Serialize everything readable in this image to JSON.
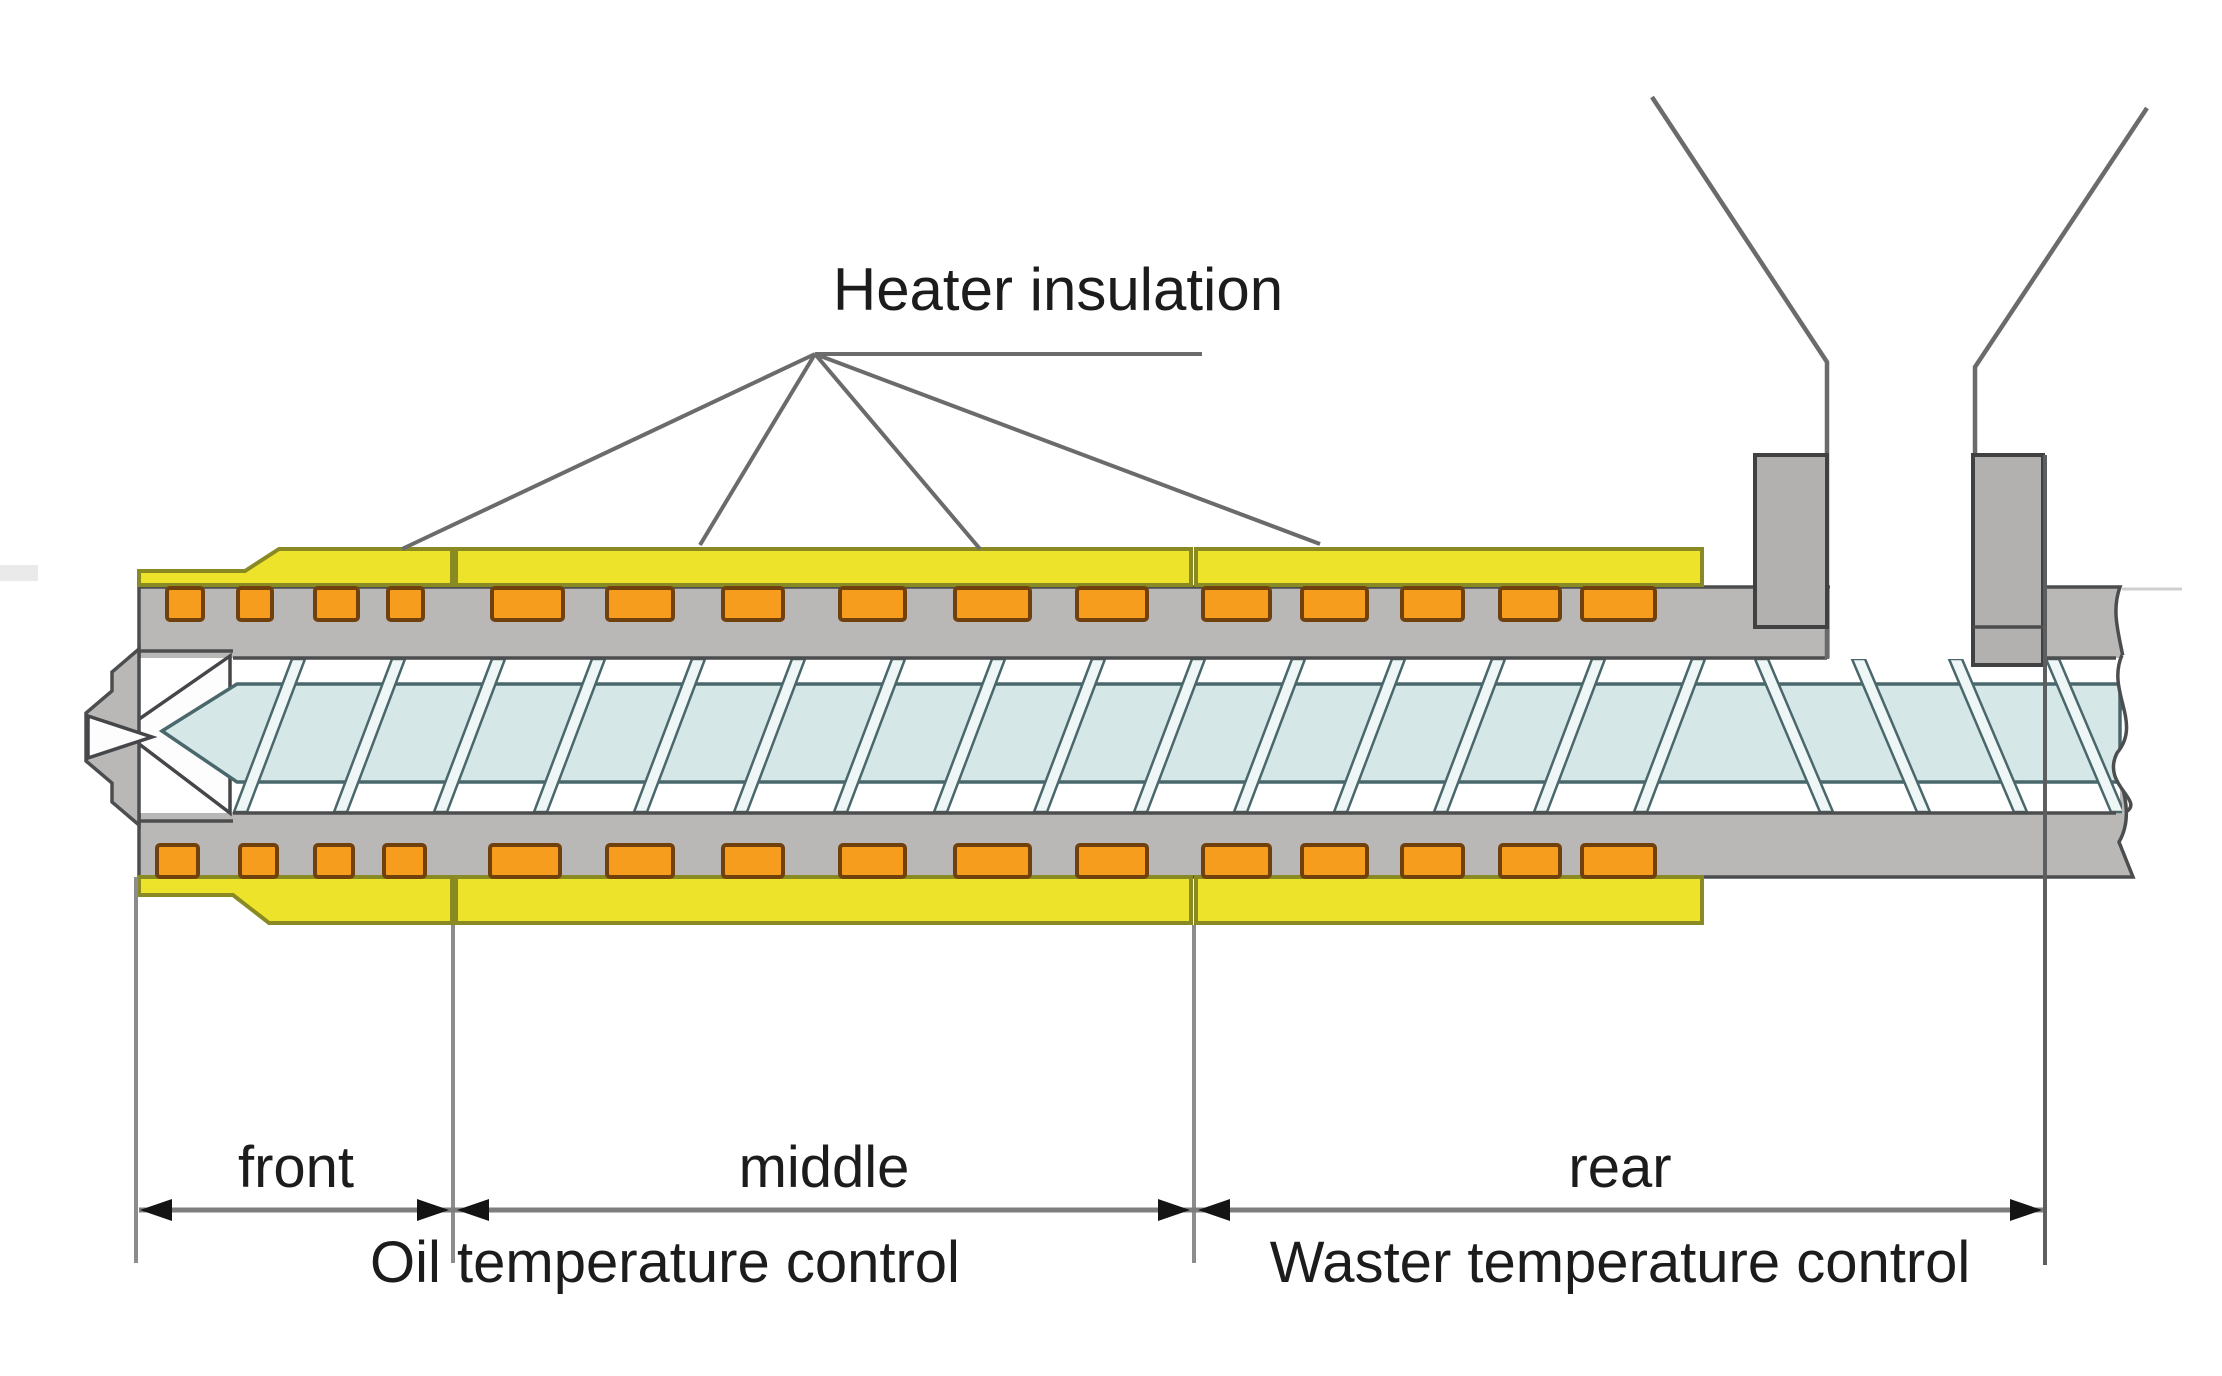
{
  "labels": {
    "heater_insulation": "Heater insulation",
    "zone_front": "front",
    "zone_middle": "middle",
    "zone_rear": "rear",
    "oil_control": "Oil temperature control",
    "water_control": "Waster temperature control"
  },
  "colors": {
    "band_yellow": "#eee32b",
    "band_border": "#8a8a24",
    "heater_orange": "#f69d1e",
    "heater_border": "#70400d",
    "barrel_gray": "#bab8b6",
    "barrel_line": "#4c4d4f",
    "block_gray": "#b3b1b0",
    "screw_core": "#d6e7e8",
    "screw_line": "#4a686c",
    "flight_white": "#eff6f6",
    "leader_line": "#6b6b6b",
    "dim_line": "#7e7e7e",
    "arrow_black": "#141414",
    "text_color": "#1c1c1c"
  }
}
